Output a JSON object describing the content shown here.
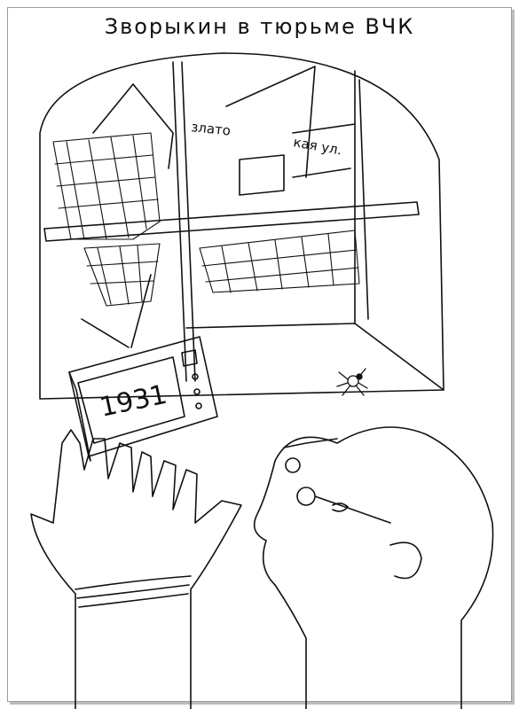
{
  "title": "Зворыкин в тюрьме ВЧК",
  "window_sign": {
    "left": "злато",
    "right": "кая ул."
  },
  "tv_screen_text": "1931"
}
